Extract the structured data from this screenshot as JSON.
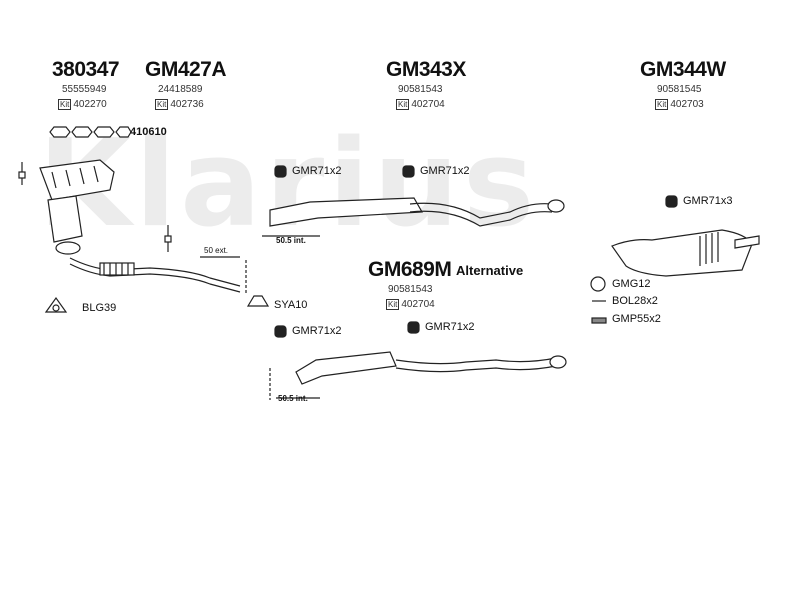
{
  "watermark": "Klarius",
  "parts": [
    {
      "code": "380347",
      "num": "55555949",
      "kit_label": "Kit",
      "kit": "402270"
    },
    {
      "code": "GM427A",
      "num": "24418589",
      "kit_label": "Kit",
      "kit": "402736"
    },
    {
      "code": "GM343X",
      "num": "90581543",
      "kit_label": "Kit",
      "kit": "402704"
    },
    {
      "code": "GM344W",
      "num": "90581545",
      "kit_label": "Kit",
      "kit": "402703"
    },
    {
      "code": "GM689M",
      "num": "90581543",
      "kit_label": "Kit",
      "kit": "402704"
    }
  ],
  "alternative": "Alternative",
  "labels": {
    "gasket": "410610",
    "gmr_a": "GMR71x2",
    "gmr_b": "GMR71x2",
    "gmr_c": "GMR71x3",
    "gmr_d": "GMR71x2",
    "gmr_e": "GMR71x2",
    "blg": "BLG39",
    "sya": "SYA10",
    "gmg": "GMG12",
    "bol": "BOL28x2",
    "gmp": "GMP55x2",
    "ext": "50 ext.",
    "int1": "50.5 int.",
    "int2": "50.5 int."
  },
  "colors": {
    "line": "#222222",
    "watermark": "#ececec"
  }
}
